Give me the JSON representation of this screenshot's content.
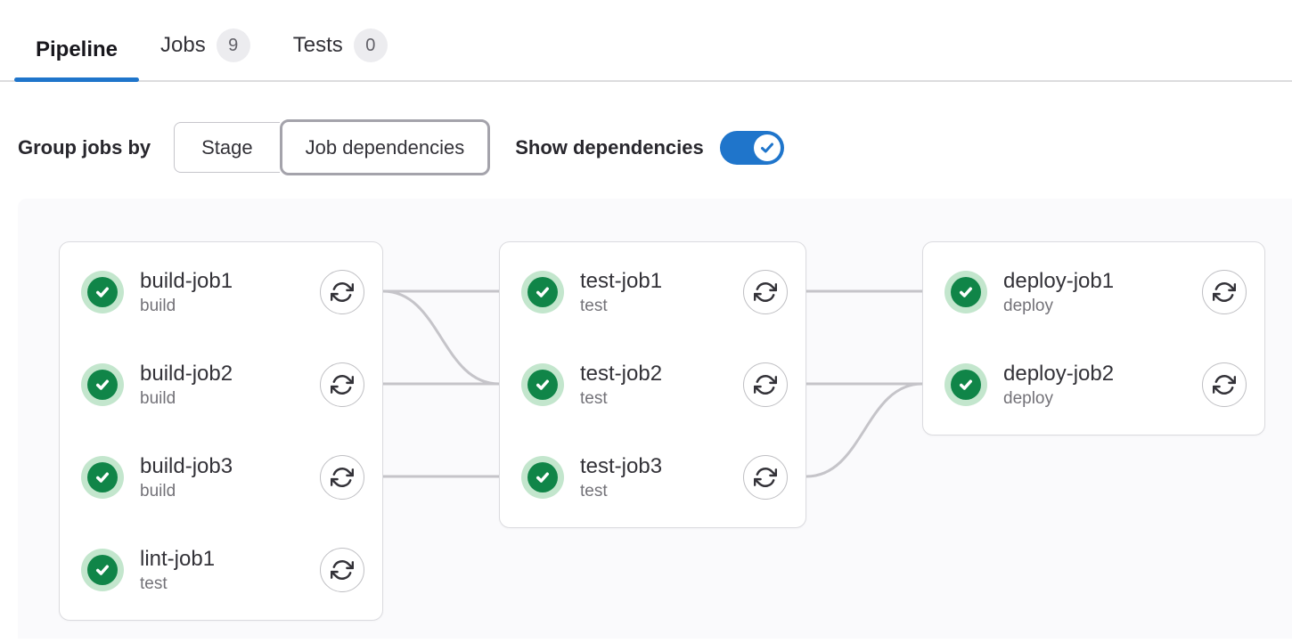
{
  "tabs": [
    {
      "label": "Pipeline",
      "active": true
    },
    {
      "label": "Jobs",
      "badge": "9"
    },
    {
      "label": "Tests",
      "badge": "0"
    }
  ],
  "controls": {
    "group_label": "Group jobs by",
    "options": [
      "Stage",
      "Job dependencies"
    ],
    "selected_option": "Job dependencies",
    "show_dependencies_label": "Show dependencies",
    "show_dependencies_on": true
  },
  "colors": {
    "accent_blue": "#1f75cb",
    "success_green": "#108548",
    "success_green_light": "#c3e6cd",
    "panel_background": "#fafafc",
    "link_line": "#c5c4c9",
    "badge_background": "#ececef"
  },
  "pipeline": {
    "columns": [
      {
        "jobs": [
          {
            "name": "build-job1",
            "stage": "build",
            "status": "success"
          },
          {
            "name": "build-job2",
            "stage": "build",
            "status": "success"
          },
          {
            "name": "build-job3",
            "stage": "build",
            "status": "success"
          },
          {
            "name": "lint-job1",
            "stage": "test",
            "status": "success"
          }
        ]
      },
      {
        "jobs": [
          {
            "name": "test-job1",
            "stage": "test",
            "status": "success"
          },
          {
            "name": "test-job2",
            "stage": "test",
            "status": "success"
          },
          {
            "name": "test-job3",
            "stage": "test",
            "status": "success"
          }
        ]
      },
      {
        "jobs": [
          {
            "name": "deploy-job1",
            "stage": "deploy",
            "status": "success"
          },
          {
            "name": "deploy-job2",
            "stage": "deploy",
            "status": "success"
          }
        ]
      }
    ],
    "links": [
      {
        "from": "build-job1",
        "to": "test-job1"
      },
      {
        "from": "build-job1",
        "to": "test-job2"
      },
      {
        "from": "build-job2",
        "to": "test-job2"
      },
      {
        "from": "build-job3",
        "to": "test-job3"
      },
      {
        "from": "test-job1",
        "to": "deploy-job1"
      },
      {
        "from": "test-job2",
        "to": "deploy-job2"
      },
      {
        "from": "test-job3",
        "to": "deploy-job2"
      }
    ]
  }
}
